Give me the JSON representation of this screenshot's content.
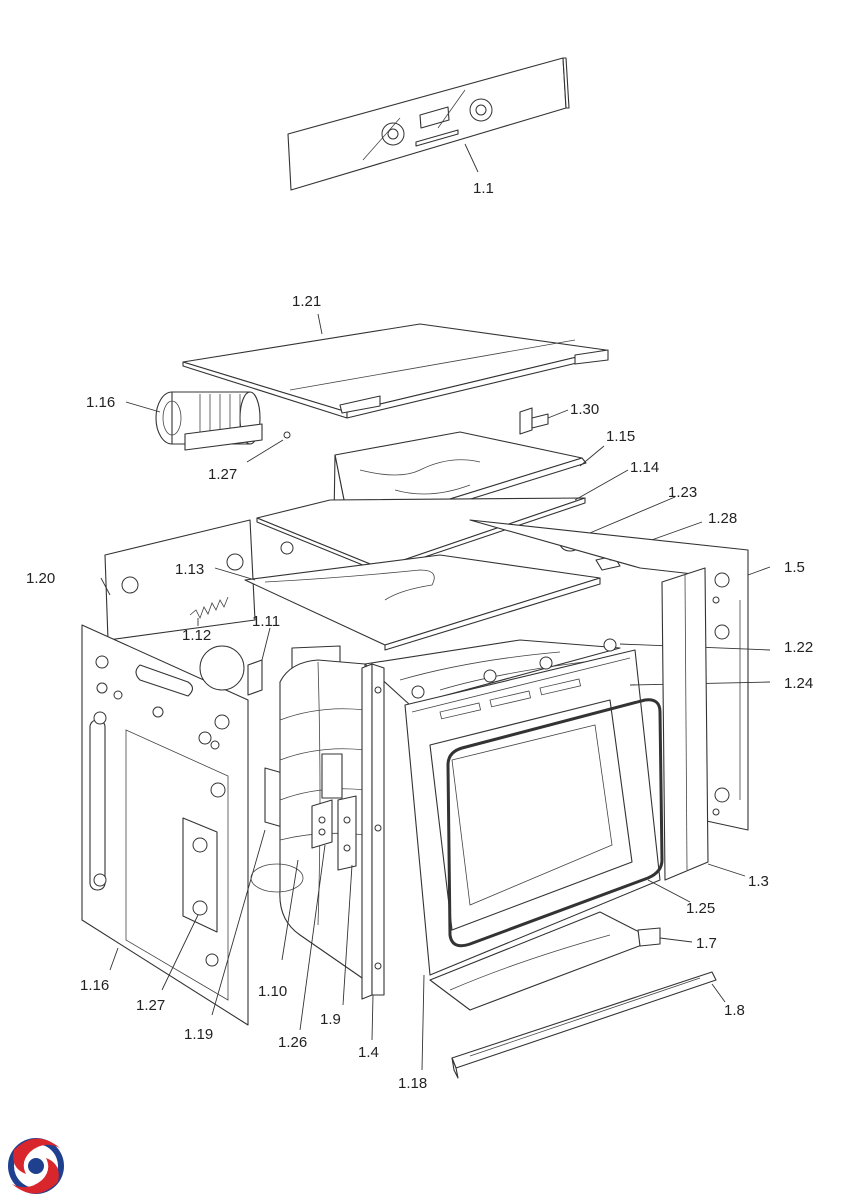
{
  "diagram": {
    "labels": [
      {
        "id": "1.1",
        "text": "1.1"
      },
      {
        "id": "1.21",
        "text": "1.21"
      },
      {
        "id": "1.16_top",
        "text": "1.16"
      },
      {
        "id": "1.30",
        "text": "1.30"
      },
      {
        "id": "1.15",
        "text": "1.15"
      },
      {
        "id": "1.27_top",
        "text": "1.27"
      },
      {
        "id": "1.14",
        "text": "1.14"
      },
      {
        "id": "1.23",
        "text": "1.23"
      },
      {
        "id": "1.28",
        "text": "1.28"
      },
      {
        "id": "1.20",
        "text": "1.20"
      },
      {
        "id": "1.13",
        "text": "1.13"
      },
      {
        "id": "1.5",
        "text": "1.5"
      },
      {
        "id": "1.12",
        "text": "1.12"
      },
      {
        "id": "1.11",
        "text": "1.11"
      },
      {
        "id": "1.22",
        "text": "1.22"
      },
      {
        "id": "1.24",
        "text": "1.24"
      },
      {
        "id": "1.3",
        "text": "1.3"
      },
      {
        "id": "1.25",
        "text": "1.25"
      },
      {
        "id": "1.7",
        "text": "1.7"
      },
      {
        "id": "1.8",
        "text": "1.8"
      },
      {
        "id": "1.16_bottom",
        "text": "1.16"
      },
      {
        "id": "1.27_bottom",
        "text": "1.27"
      },
      {
        "id": "1.19",
        "text": "1.19"
      },
      {
        "id": "1.10",
        "text": "1.10"
      },
      {
        "id": "1.26",
        "text": "1.26"
      },
      {
        "id": "1.9",
        "text": "1.9"
      },
      {
        "id": "1.4",
        "text": "1.4"
      },
      {
        "id": "1.18",
        "text": "1.18"
      }
    ]
  },
  "logo": {
    "icon": "brand-swirl-logo",
    "colors": [
      "#d9262c",
      "#1f3f8f"
    ]
  }
}
